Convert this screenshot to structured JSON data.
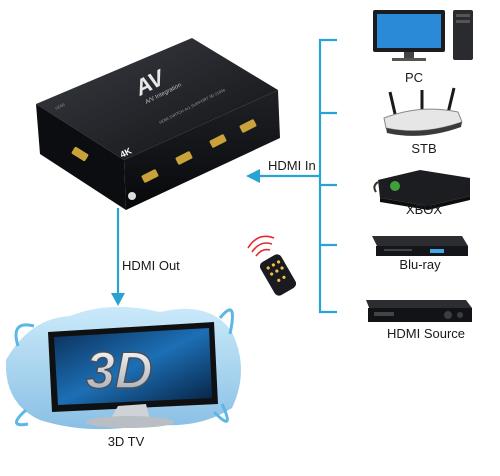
{
  "switch": {
    "brand": "AV",
    "model_text": "A/V Integration",
    "sub_text": "HDMI SWITCH 4x1 SUPPORT 3D 2160p",
    "badge": "4K",
    "body_color": "#16181c"
  },
  "connections": {
    "input_label": "HDMI In",
    "output_label": "HDMI Out",
    "line_color": "#2aa3d4"
  },
  "sources": [
    {
      "label": "PC",
      "icon": "pc-icon"
    },
    {
      "label": "STB",
      "icon": "router-icon"
    },
    {
      "label": "XBOX",
      "icon": "xbox-icon"
    },
    {
      "label": "Blu-ray",
      "icon": "bluray-player-icon"
    },
    {
      "label": "HDMI Source",
      "icon": "media-player-icon"
    }
  ],
  "display": {
    "label": "3D TV",
    "screen_text": "3D",
    "icon": "tv-icon"
  },
  "remote": {
    "icon": "remote-control-icon"
  }
}
